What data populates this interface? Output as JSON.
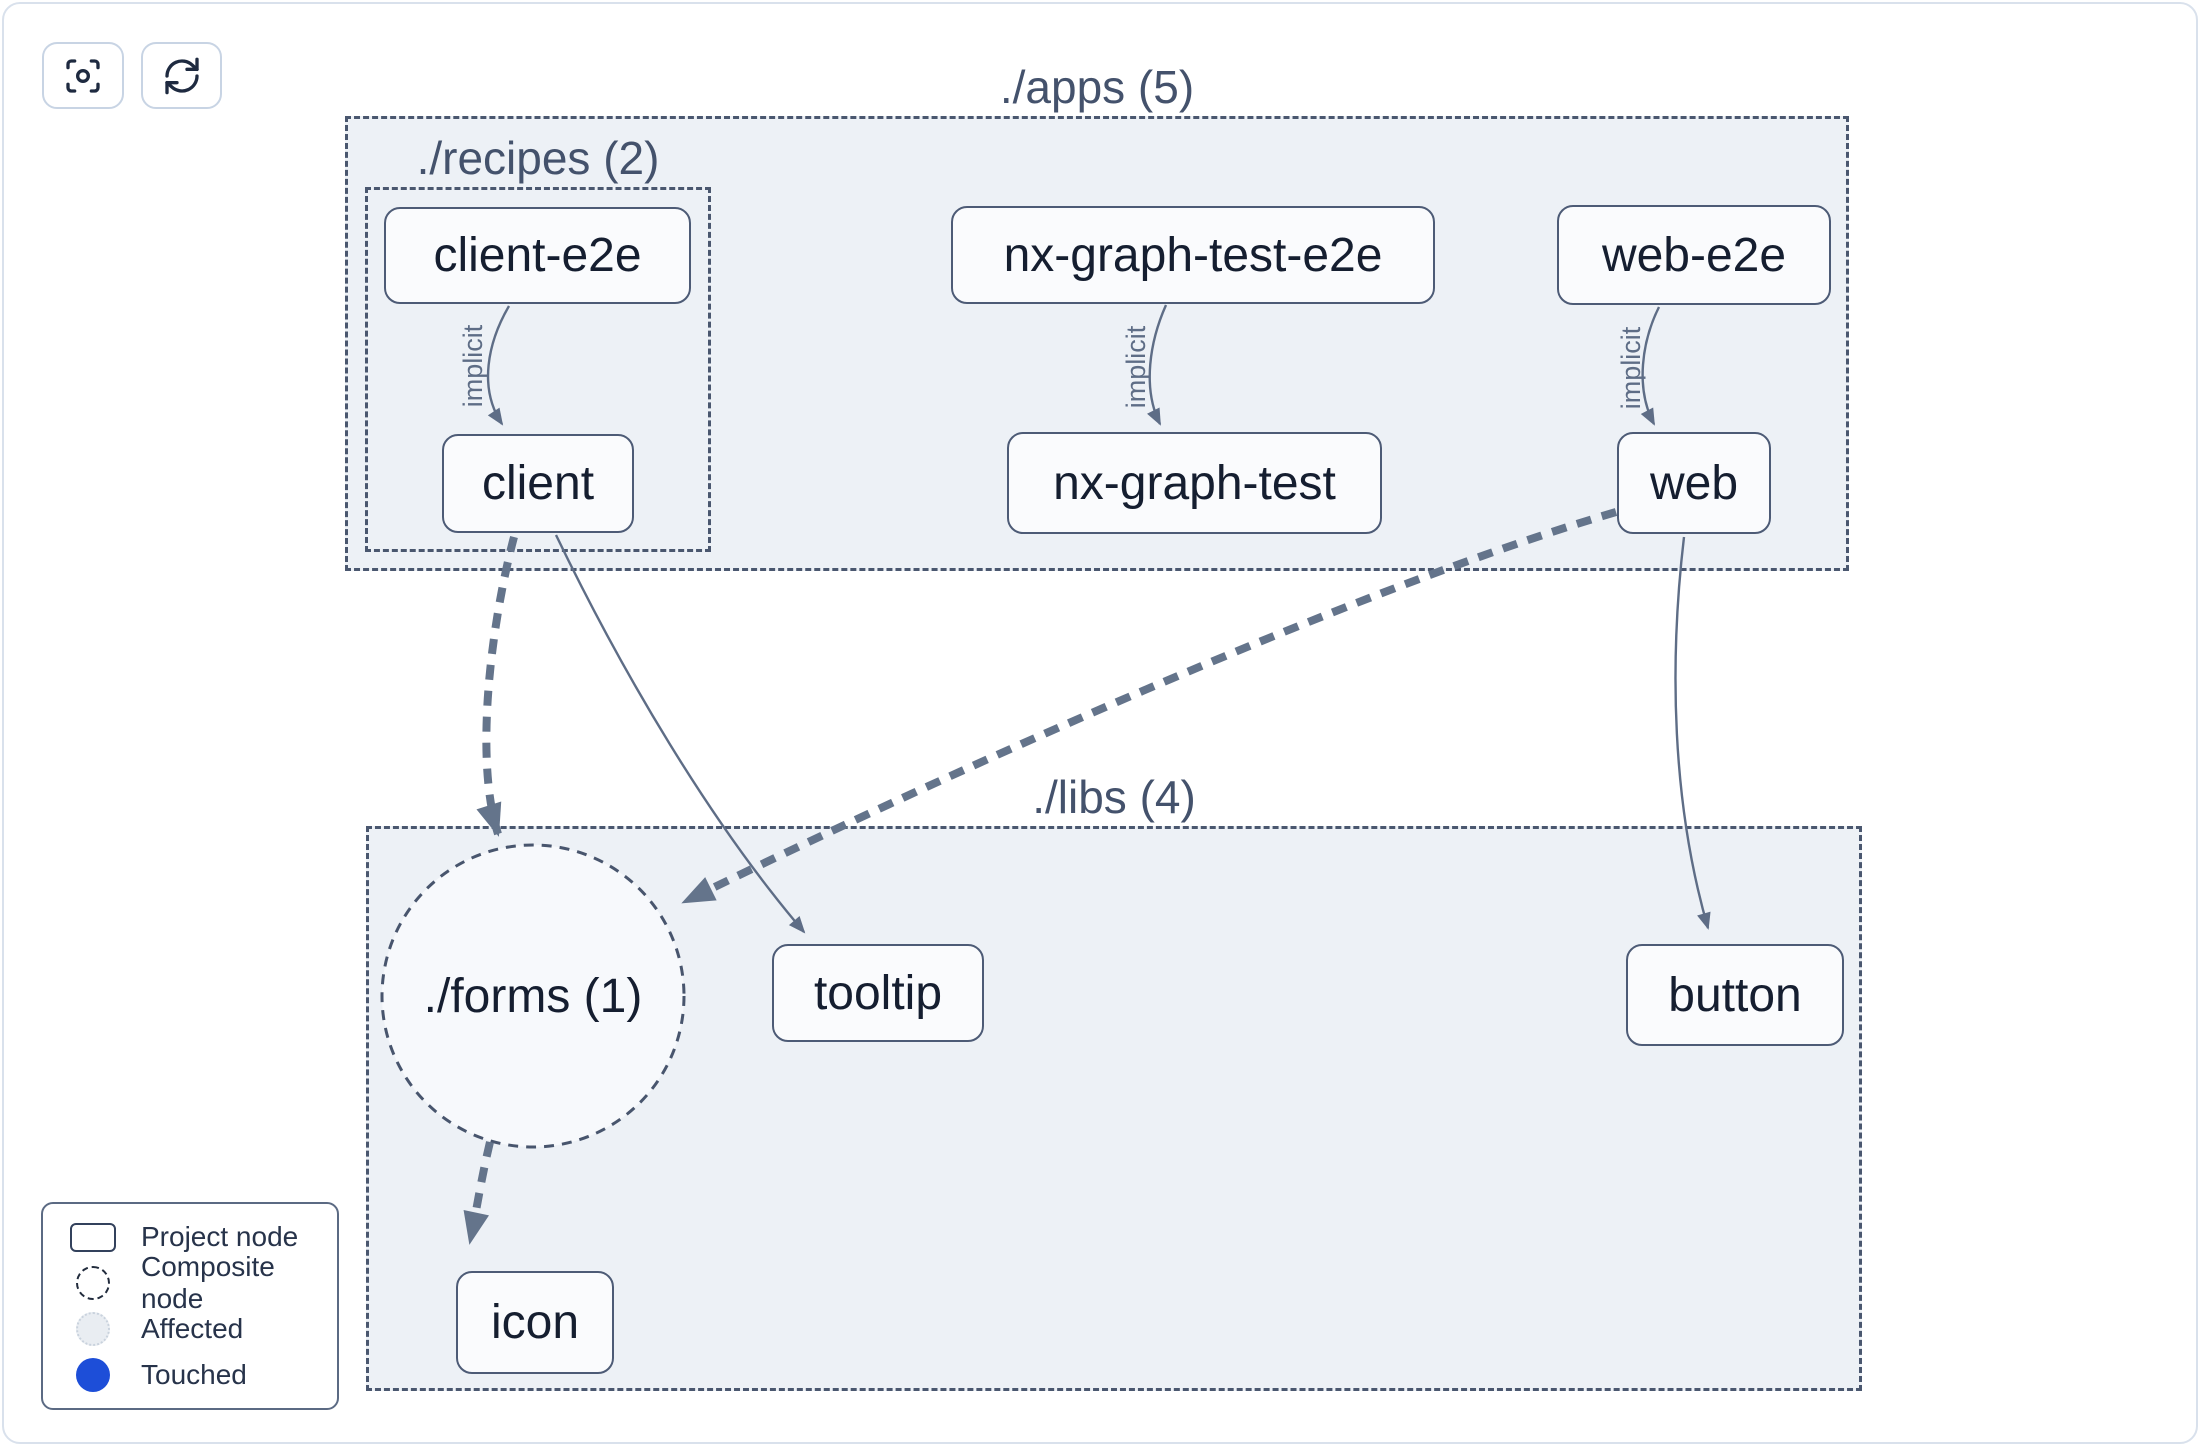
{
  "toolbar": {
    "focus_button": {
      "icon": "scan-focus-icon"
    },
    "refresh_button": {
      "icon": "refresh-icon"
    }
  },
  "graph": {
    "groups": {
      "apps": {
        "label": "./apps (5)"
      },
      "recipes": {
        "label": "./recipes (2)"
      },
      "libs": {
        "label": "./libs (4)"
      }
    },
    "composite_nodes": {
      "forms": {
        "label": "./forms (1)"
      }
    },
    "nodes": {
      "client_e2e": {
        "label": "client-e2e"
      },
      "nx_graph_test_e2e": {
        "label": "nx-graph-test-e2e"
      },
      "web_e2e": {
        "label": "web-e2e"
      },
      "client": {
        "label": "client"
      },
      "nx_graph_test": {
        "label": "nx-graph-test"
      },
      "web": {
        "label": "web"
      },
      "tooltip": {
        "label": "tooltip"
      },
      "button": {
        "label": "button"
      },
      "icon": {
        "label": "icon"
      }
    },
    "edges": {
      "client_e2e_to_client": {
        "label": "implicit",
        "style": "thin-solid"
      },
      "nx_graph_test_e2e_to_nx_graph_test": {
        "label": "implicit",
        "style": "thin-solid"
      },
      "web_e2e_to_web": {
        "label": "implicit",
        "style": "thin-solid"
      },
      "client_to_forms": {
        "label": "",
        "style": "thick-dashed"
      },
      "client_to_tooltip": {
        "label": "",
        "style": "thin-solid"
      },
      "web_to_forms": {
        "label": "",
        "style": "thick-dashed"
      },
      "web_to_button": {
        "label": "",
        "style": "thin-solid"
      },
      "forms_to_icon": {
        "label": "",
        "style": "thick-dashed"
      }
    }
  },
  "legend": {
    "items": [
      {
        "label": "Project node",
        "swatch": "project-rect"
      },
      {
        "label": "Composite node",
        "swatch": "dashed-circle"
      },
      {
        "label": "Affected",
        "swatch": "affected-circle"
      },
      {
        "label": "Touched",
        "swatch": "touched-circle"
      }
    ]
  },
  "colors": {
    "group_fill": "#edf1f6",
    "group_border": "#4a576f",
    "node_fill": "#fafbfd",
    "node_border": "#4d5b76",
    "node_text": "#151e30",
    "edge": "#5e6d86",
    "edge_thick": "#64748b",
    "touched_blue": "#1d4ed8",
    "affected_fill": "#e9edf2"
  }
}
